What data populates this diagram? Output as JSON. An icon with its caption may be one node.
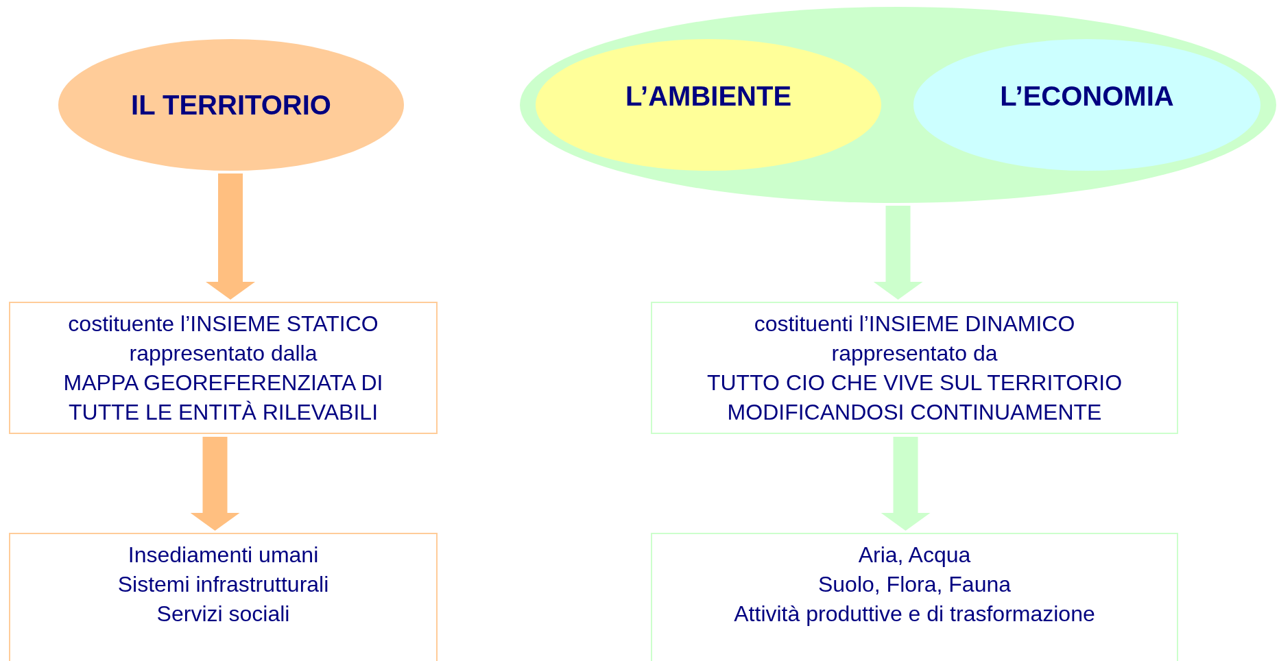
{
  "diagram": {
    "nodes": [
      {
        "text": [
          "IL TERRITORIO"
        ]
      },
      {
        "text": [],
        "shape": "ellipse"
      },
      {
        "text": [
          "L’AMBIENTE"
        ],
        "in": 1
      },
      {
        "text": [
          "L’ECONOMIA"
        ],
        "in": 1
      },
      {
        "text": [
          "costituente l’INSIEME STATICO",
          "rappresentato dalla",
          "MAPPA GEOREFERENZIATA DI",
          "TUTTE LE ENTITÀ RILEVABILI"
        ]
      },
      {
        "text": [
          "costituenti l’INSIEME DINAMICO",
          "rappresentato da",
          "TUTTO CIO CHE VIVE SUL TERRITORIO",
          "MODIFICANDOSI CONTINUAMENTE"
        ]
      },
      {
        "text": [
          "Insediamenti umani",
          "Sistemi infrastrutturali",
          "Servizi sociali"
        ]
      },
      {
        "text": [
          "Aria, Acqua",
          "Suolo, Flora, Fauna",
          "Attività produttive e di trasformazione"
        ]
      }
    ],
    "edges": [
      {
        "from": 0,
        "to": 4,
        "arrow": "to",
        "color": "#ffbf80"
      },
      {
        "from": 4,
        "to": 6,
        "arrow": "to",
        "color": "#ffbf80"
      },
      {
        "from": 1,
        "to": 5,
        "arrow": "to",
        "color": "#ccffcc"
      },
      {
        "from": 5,
        "to": 7,
        "arrow": "to",
        "color": "#ccffcc"
      }
    ]
  }
}
